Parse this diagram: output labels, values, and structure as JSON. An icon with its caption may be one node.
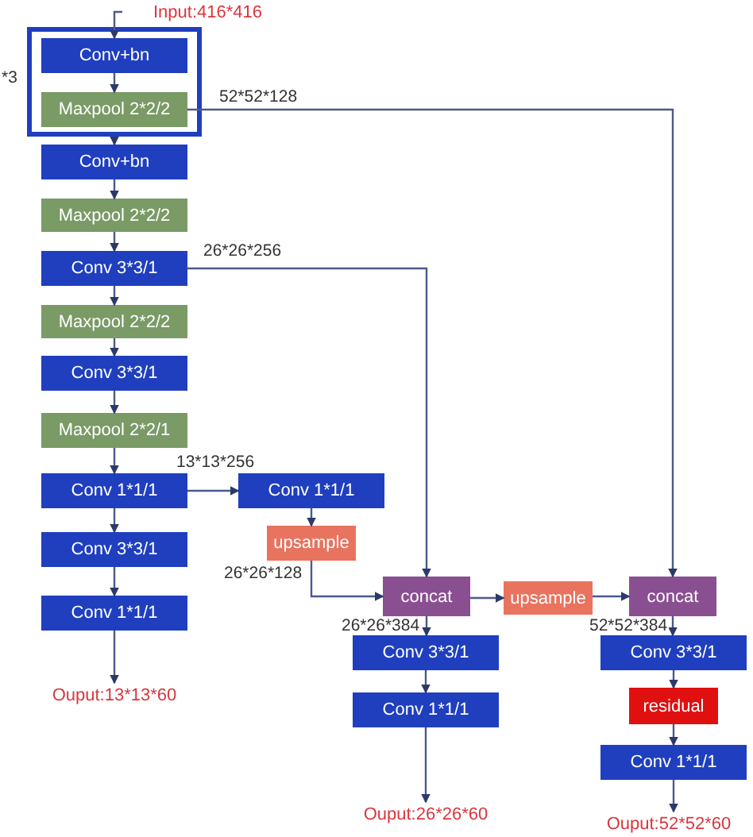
{
  "diagram": {
    "nodes": [
      {
        "text": [],
        "shape": "box",
        "beside": [
          "*3"
        ]
      },
      {
        "text": [
          "Conv+bn"
        ],
        "in": 0
      },
      {
        "text": [
          "Maxpool 2*2/2"
        ],
        "in": 0
      },
      {
        "text": [
          "Conv+bn"
        ]
      },
      {
        "text": [
          "Maxpool 2*2/2"
        ]
      },
      {
        "text": [
          "Conv 3*3/1"
        ]
      },
      {
        "text": [
          "Maxpool 2*2/2"
        ]
      },
      {
        "text": [
          "Conv 3*3/1"
        ]
      },
      {
        "text": [
          "Maxpool 2*2/1"
        ]
      },
      {
        "text": [
          "Conv 1*1/1"
        ]
      },
      {
        "text": [
          "Conv 3*3/1"
        ]
      },
      {
        "text": [
          "Conv 1*1/1"
        ]
      },
      {
        "text": [
          "Ouput:13*13*60"
        ]
      },
      {
        "text": [
          "Conv 1*1/1"
        ]
      },
      {
        "text": [
          "upsample"
        ]
      },
      {
        "text": [
          "concat"
        ]
      },
      {
        "text": [
          "upsample"
        ]
      },
      {
        "text": [
          "concat"
        ]
      },
      {
        "text": [
          "Conv 3*3/1"
        ]
      },
      {
        "text": [
          "Conv 1*1/1"
        ]
      },
      {
        "text": [
          "Ouput:26*26*60"
        ]
      },
      {
        "text": [
          "Conv 3*3/1"
        ]
      },
      {
        "text": [
          "residual"
        ]
      },
      {
        "text": [
          "Conv 1*1/1"
        ]
      },
      {
        "text": [
          "Ouput:52*52*60"
        ]
      },
      {
        "text": [
          "Input:416*416"
        ]
      }
    ],
    "edges": [
      {
        "from": 25,
        "to": 1,
        "arrow": "to"
      },
      {
        "from": 1,
        "to": 2,
        "arrow": "to"
      },
      {
        "from": 0,
        "to": 3,
        "arrow": "to"
      },
      {
        "from": 3,
        "to": 4,
        "arrow": "to"
      },
      {
        "from": 4,
        "to": 5,
        "arrow": "to"
      },
      {
        "from": 5,
        "to": 6,
        "arrow": "to"
      },
      {
        "from": 6,
        "to": 7,
        "arrow": "to"
      },
      {
        "from": 7,
        "to": 8,
        "arrow": "to"
      },
      {
        "from": 8,
        "to": 9,
        "arrow": "to"
      },
      {
        "from": 9,
        "to": 10,
        "arrow": "to"
      },
      {
        "from": 10,
        "to": 11,
        "arrow": "to"
      },
      {
        "from": 11,
        "to": 12,
        "arrow": "to"
      },
      {
        "from": 9,
        "to": 13,
        "arrow": "to",
        "label": "13*13*256"
      },
      {
        "from": 13,
        "to": 14,
        "arrow": "to"
      },
      {
        "from": 14,
        "to": 15,
        "arrow": "to",
        "label": "26*26*128"
      },
      {
        "from": 2,
        "to": 17,
        "arrow": "to",
        "label": "52*52*128"
      },
      {
        "from": 5,
        "to": 15,
        "arrow": "to",
        "label": "26*26*256"
      },
      {
        "from": 15,
        "to": 18,
        "arrow": "to",
        "label": "26*26*384"
      },
      {
        "from": 18,
        "to": 19,
        "arrow": "to"
      },
      {
        "from": 19,
        "to": 20,
        "arrow": "to"
      },
      {
        "from": 15,
        "to": 16,
        "arrow": "to"
      },
      {
        "from": 16,
        "to": 17,
        "arrow": "to"
      },
      {
        "from": 17,
        "to": 21,
        "arrow": "to",
        "label": "52*52*384"
      },
      {
        "from": 21,
        "to": 22,
        "arrow": "to"
      },
      {
        "from": 22,
        "to": 23,
        "arrow": "to"
      },
      {
        "from": 23,
        "to": 24,
        "arrow": "to"
      }
    ]
  }
}
